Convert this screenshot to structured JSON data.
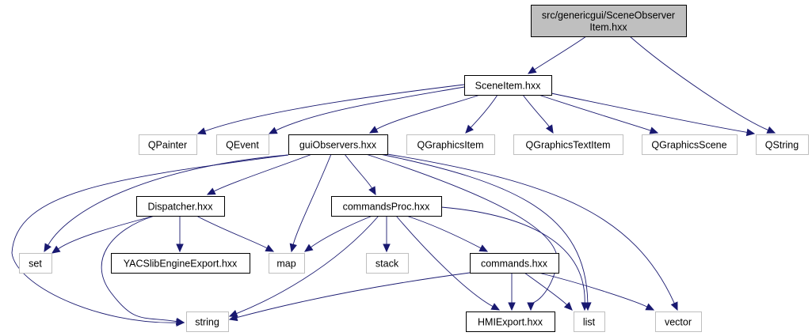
{
  "diagram": {
    "type": "include-dependency-graph",
    "colors": {
      "edge": "#191970",
      "root_fill": "#bfbfbf",
      "local_border": "#000000",
      "external_border": "#bfbfbf"
    },
    "nodes": [
      {
        "id": "root",
        "kind": "root",
        "lines": [
          "src/genericgui/SceneObserver",
          "Item.hxx"
        ]
      },
      {
        "id": "SceneItem",
        "kind": "local",
        "lines": [
          "SceneItem.hxx"
        ]
      },
      {
        "id": "QPainter",
        "kind": "external",
        "lines": [
          "QPainter"
        ]
      },
      {
        "id": "QEvent",
        "kind": "external",
        "lines": [
          "QEvent"
        ]
      },
      {
        "id": "guiObservers",
        "kind": "local",
        "lines": [
          "guiObservers.hxx"
        ]
      },
      {
        "id": "QGraphicsItem",
        "kind": "external",
        "lines": [
          "QGraphicsItem"
        ]
      },
      {
        "id": "QGraphicsTextItem",
        "kind": "external",
        "lines": [
          "QGraphicsTextItem"
        ]
      },
      {
        "id": "QGraphicsScene",
        "kind": "external",
        "lines": [
          "QGraphicsScene"
        ]
      },
      {
        "id": "QString",
        "kind": "external",
        "lines": [
          "QString"
        ]
      },
      {
        "id": "Dispatcher",
        "kind": "local",
        "lines": [
          "Dispatcher.hxx"
        ]
      },
      {
        "id": "commandsProc",
        "kind": "local",
        "lines": [
          "commandsProc.hxx"
        ]
      },
      {
        "id": "set",
        "kind": "external",
        "lines": [
          "set"
        ]
      },
      {
        "id": "YACSlib",
        "kind": "local",
        "lines": [
          "YACSlibEngineExport.hxx"
        ]
      },
      {
        "id": "map",
        "kind": "external",
        "lines": [
          "map"
        ]
      },
      {
        "id": "stack",
        "kind": "external",
        "lines": [
          "stack"
        ]
      },
      {
        "id": "commands",
        "kind": "local",
        "lines": [
          "commands.hxx"
        ]
      },
      {
        "id": "string",
        "kind": "external",
        "lines": [
          "string"
        ]
      },
      {
        "id": "HMIExport",
        "kind": "local",
        "lines": [
          "HMIExport.hxx"
        ]
      },
      {
        "id": "list",
        "kind": "external",
        "lines": [
          "list"
        ]
      },
      {
        "id": "vector",
        "kind": "external",
        "lines": [
          "vector"
        ]
      }
    ],
    "edges": [
      {
        "from": "root",
        "to": "SceneItem"
      },
      {
        "from": "root",
        "to": "QString"
      },
      {
        "from": "SceneItem",
        "to": "QPainter"
      },
      {
        "from": "SceneItem",
        "to": "QEvent"
      },
      {
        "from": "SceneItem",
        "to": "guiObservers"
      },
      {
        "from": "SceneItem",
        "to": "QGraphicsItem"
      },
      {
        "from": "SceneItem",
        "to": "QGraphicsTextItem"
      },
      {
        "from": "SceneItem",
        "to": "QGraphicsScene"
      },
      {
        "from": "SceneItem",
        "to": "QString"
      },
      {
        "from": "guiObservers",
        "to": "Dispatcher"
      },
      {
        "from": "guiObservers",
        "to": "commandsProc"
      },
      {
        "from": "guiObservers",
        "to": "set"
      },
      {
        "from": "guiObservers",
        "to": "map"
      },
      {
        "from": "guiObservers",
        "to": "string"
      },
      {
        "from": "guiObservers",
        "to": "HMIExport"
      },
      {
        "from": "guiObservers",
        "to": "list"
      },
      {
        "from": "guiObservers",
        "to": "vector"
      },
      {
        "from": "Dispatcher",
        "to": "set"
      },
      {
        "from": "Dispatcher",
        "to": "YACSlib"
      },
      {
        "from": "Dispatcher",
        "to": "map"
      },
      {
        "from": "Dispatcher",
        "to": "string"
      },
      {
        "from": "commandsProc",
        "to": "map"
      },
      {
        "from": "commandsProc",
        "to": "stack"
      },
      {
        "from": "commandsProc",
        "to": "commands"
      },
      {
        "from": "commandsProc",
        "to": "string"
      },
      {
        "from": "commandsProc",
        "to": "HMIExport"
      },
      {
        "from": "commandsProc",
        "to": "list"
      },
      {
        "from": "commands",
        "to": "string"
      },
      {
        "from": "commands",
        "to": "HMIExport"
      },
      {
        "from": "commands",
        "to": "list"
      },
      {
        "from": "commands",
        "to": "vector"
      }
    ]
  }
}
